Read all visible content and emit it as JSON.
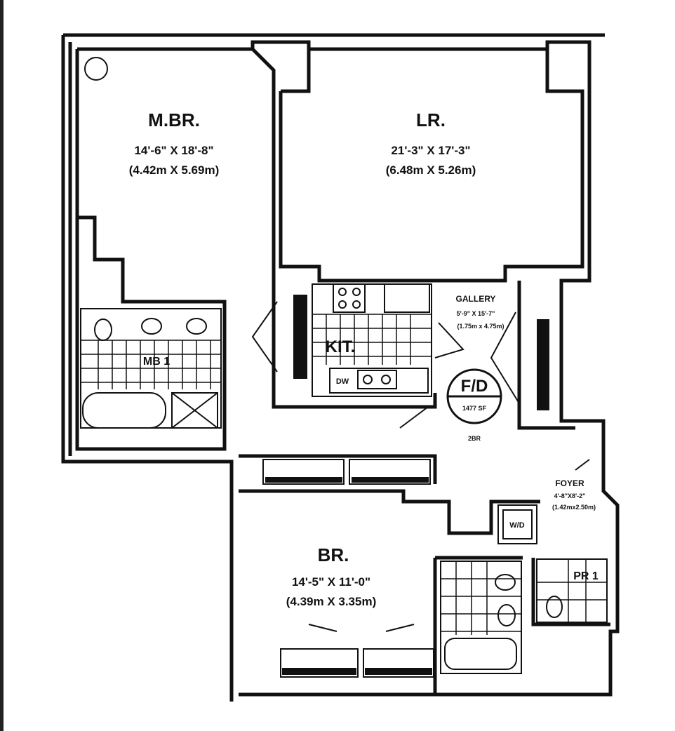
{
  "rooms": {
    "master_bedroom": {
      "name": "M.BR.",
      "dim_imperial": "14'-6\" X 18'-8\"",
      "dim_metric": "(4.42m X 5.69m)"
    },
    "living_room": {
      "name": "LR.",
      "dim_imperial": "21'-3\" X 17'-3\"",
      "dim_metric": "(6.48m X 5.26m)"
    },
    "gallery": {
      "name": "GALLERY",
      "dim_imperial": "5'-9\" X 15'-7\"",
      "dim_metric": "(1.75m x 4.75m)"
    },
    "kitchen": {
      "name": "KIT."
    },
    "master_bath": {
      "name": "MB 1"
    },
    "bedroom": {
      "name": "BR.",
      "dim_imperial": "14'-5\" X 11'-0\"",
      "dim_metric": "(4.39m X 3.35m)"
    },
    "foyer": {
      "name": "FOYER",
      "dim_imperial": "4'-8\"X8'-2\"",
      "dim_metric": "(1.42mx2.50m)"
    },
    "powder_room": {
      "name": "PR 1"
    },
    "washer_dryer": {
      "name": "W/D"
    },
    "dishwasher": {
      "name": "DW"
    }
  },
  "unit_badge": {
    "unit": "F/D",
    "area": "1477 SF",
    "type": "2BR"
  }
}
